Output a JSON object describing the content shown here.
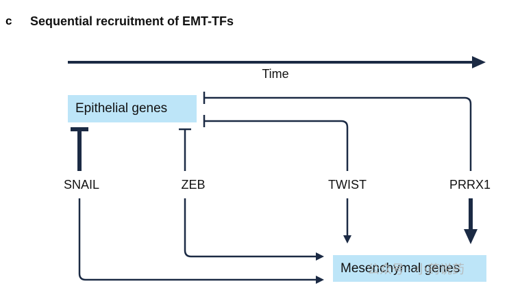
{
  "panel": {
    "letter": "c",
    "title": "Sequential recruitment of EMT-TFs"
  },
  "axis": {
    "label": "Time"
  },
  "boxes": {
    "epithelial": "Epithelial genes",
    "mesenchymal": "Mesenchymal genes"
  },
  "transcription_factors": {
    "snail": "SNAIL",
    "zeb": "ZEB",
    "twist": "TWIST",
    "prrx1": "PRRX1"
  },
  "watermark": "公众号 · 小药说药",
  "colors": {
    "line": "#1b2a44",
    "box_fill": "#bde5f8"
  }
}
